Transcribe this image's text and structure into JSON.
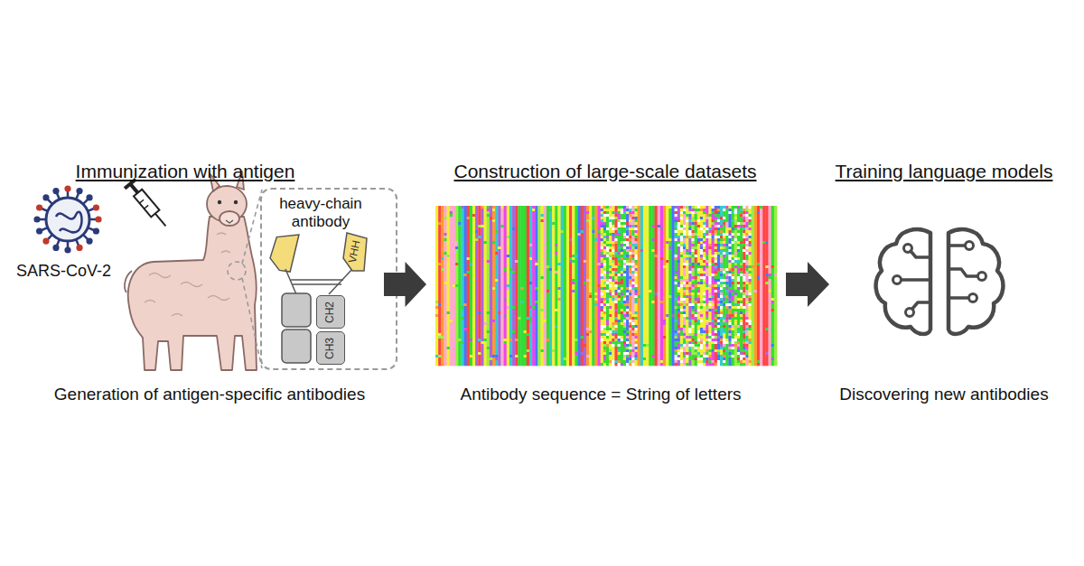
{
  "diagram": {
    "nodes": [
      {
        "text": [
          "Immunization with antigen",
          "Generation of antigen-specific antibodies"
        ]
      },
      {
        "text": [
          "heavy-chain antibody"
        ],
        "in": 0
      },
      {
        "text": [
          "VHH"
        ],
        "in": 1
      },
      {
        "text": [
          "CH2"
        ],
        "in": 1
      },
      {
        "text": [
          "CH3"
        ],
        "in": 1
      },
      {
        "text": [
          "Construction of large-scale datasets",
          "Antibody sequence = String of letters"
        ]
      },
      {
        "text": [
          "Training language models",
          "Discovering new antibodies"
        ]
      }
    ],
    "edges": [
      {
        "from": 0,
        "to": 5,
        "arrow": "to"
      },
      {
        "from": 5,
        "to": 6,
        "arrow": "to"
      }
    ],
    "labels": [
      "SARS-CoV-2"
    ]
  }
}
